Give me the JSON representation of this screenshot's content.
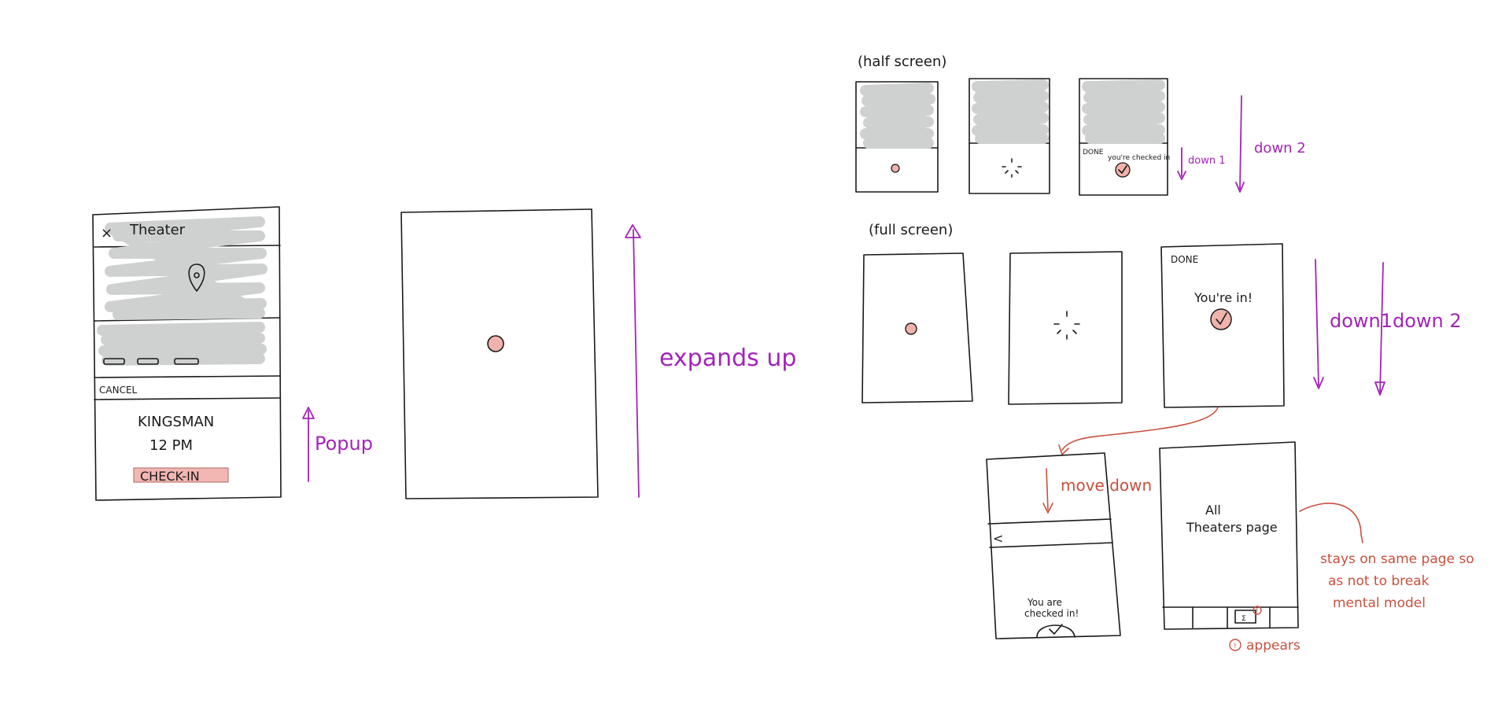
{
  "sketch1": {
    "header_icon": "close-icon",
    "header_title": "Theater",
    "cancel_label": "CANCEL",
    "movie_title": "KINGSMAN",
    "movie_time": "12 PM",
    "checkin_label": "CHECK-IN",
    "checkin_color": "#f2b6b3",
    "annotation": "Popup"
  },
  "sketch2": {
    "annotation": "expands up"
  },
  "half_screen": {
    "heading": "(half screen)",
    "done_label": "DONE",
    "checked_in_text": "you're checked in",
    "arrow1_label": "down 1",
    "arrow2_label": "down 2"
  },
  "full_screen": {
    "heading": "(full screen)",
    "done_label": "DONE",
    "youre_in_text": "You're in!",
    "arrow1_label": "down1",
    "arrow2_label": "down 2"
  },
  "after": {
    "move_down_label": "move down",
    "back_icon": "chevron-left-icon",
    "checked_in_line1": "You are",
    "checked_in_line2": "checked in!",
    "all_theaters_line1": "All",
    "all_theaters_line2": "Theaters page",
    "note_line1": "stays on same page so",
    "note_line2": "as not to break",
    "note_line3": "mental model",
    "badge_symbol": "!",
    "appears_label": "appears"
  },
  "colors": {
    "pink_dot": "#f0b3ab",
    "purple": "#a324b8",
    "red": "#c8503d"
  }
}
